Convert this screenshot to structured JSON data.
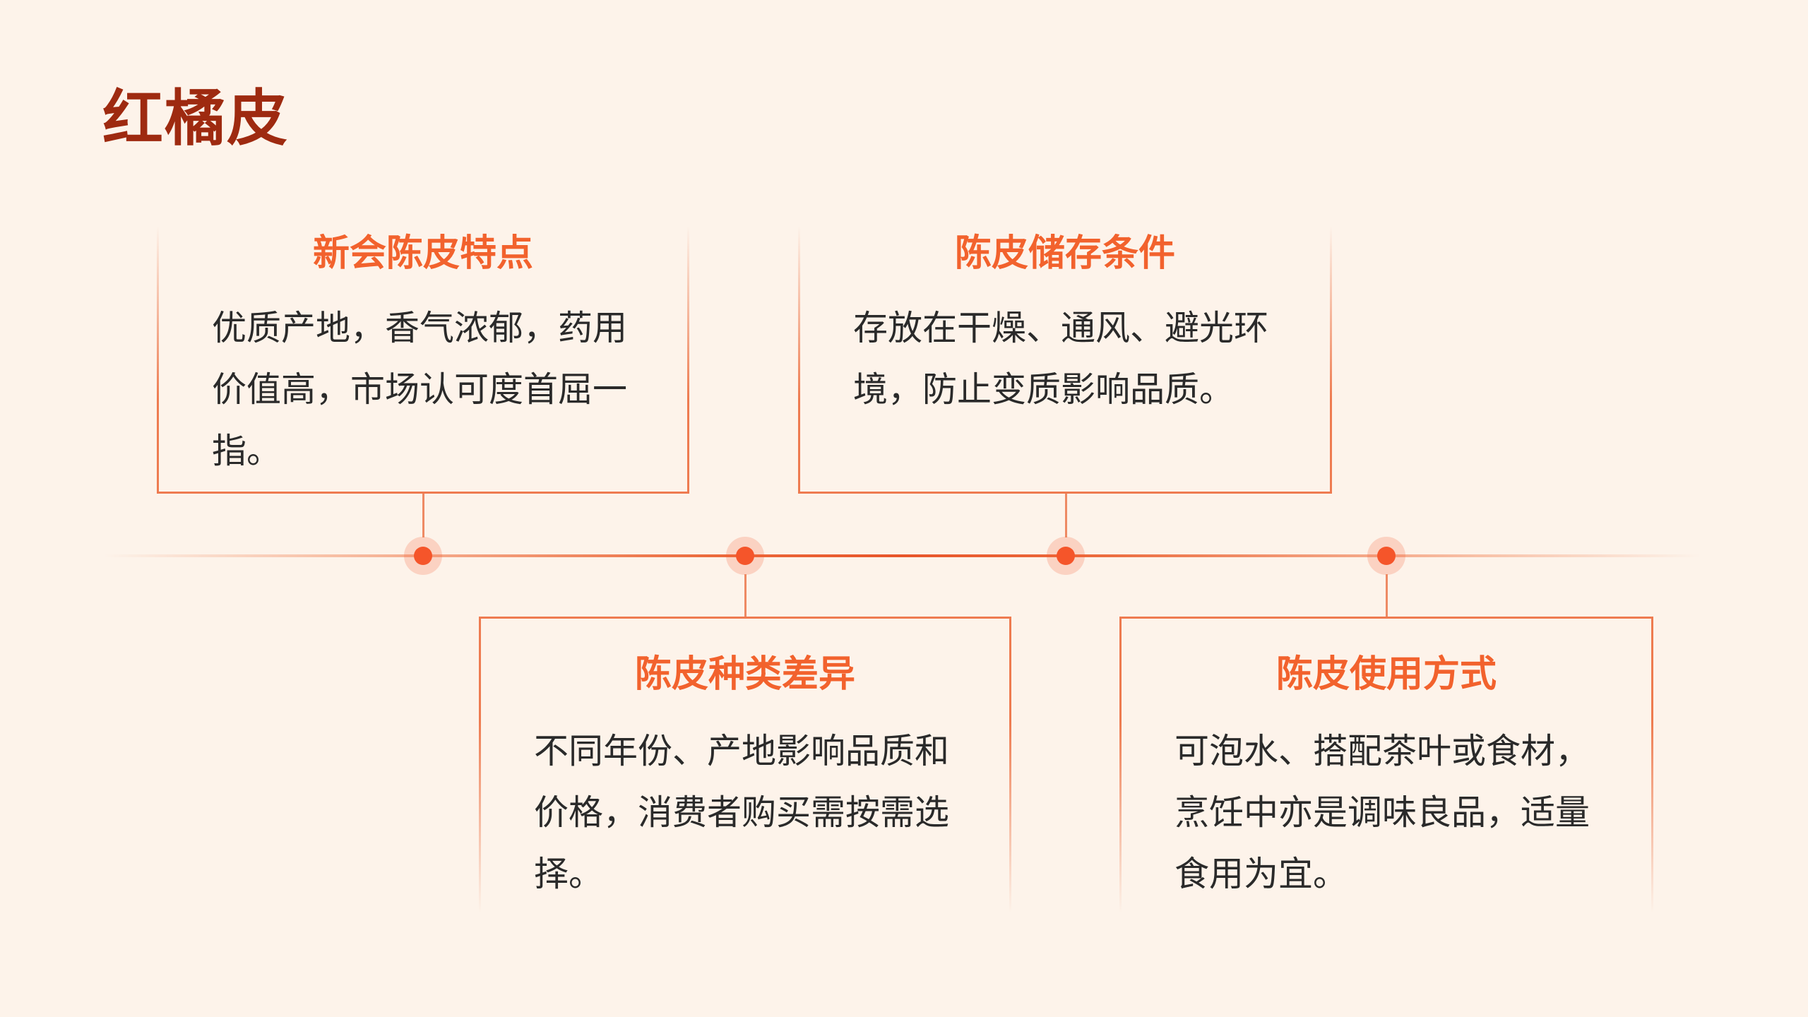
{
  "page": {
    "title": "红橘皮"
  },
  "colors": {
    "accent": "#f2622d",
    "heading": "#9e2a10",
    "line": "#ee7b50",
    "background": "#fdf3ea"
  },
  "cards": [
    {
      "title": "新会陈皮特点",
      "lines": [
        "优质产地，香气浓郁，药用",
        "价值高，市场认可度首屈一",
        "指。"
      ]
    },
    {
      "title": "陈皮种类差异",
      "lines": [
        "不同年份、产地影响品质和",
        "价格，消费者购买需按需选",
        "择。"
      ]
    },
    {
      "title": "陈皮储存条件",
      "lines": [
        "存放在干燥、通风、避光环",
        "境，防止变质影响品质。"
      ]
    },
    {
      "title": "陈皮使用方式",
      "lines": [
        "可泡水、搭配茶叶或食材，",
        "烹饪中亦是调味良品，适量",
        "食用为宜。"
      ]
    }
  ]
}
